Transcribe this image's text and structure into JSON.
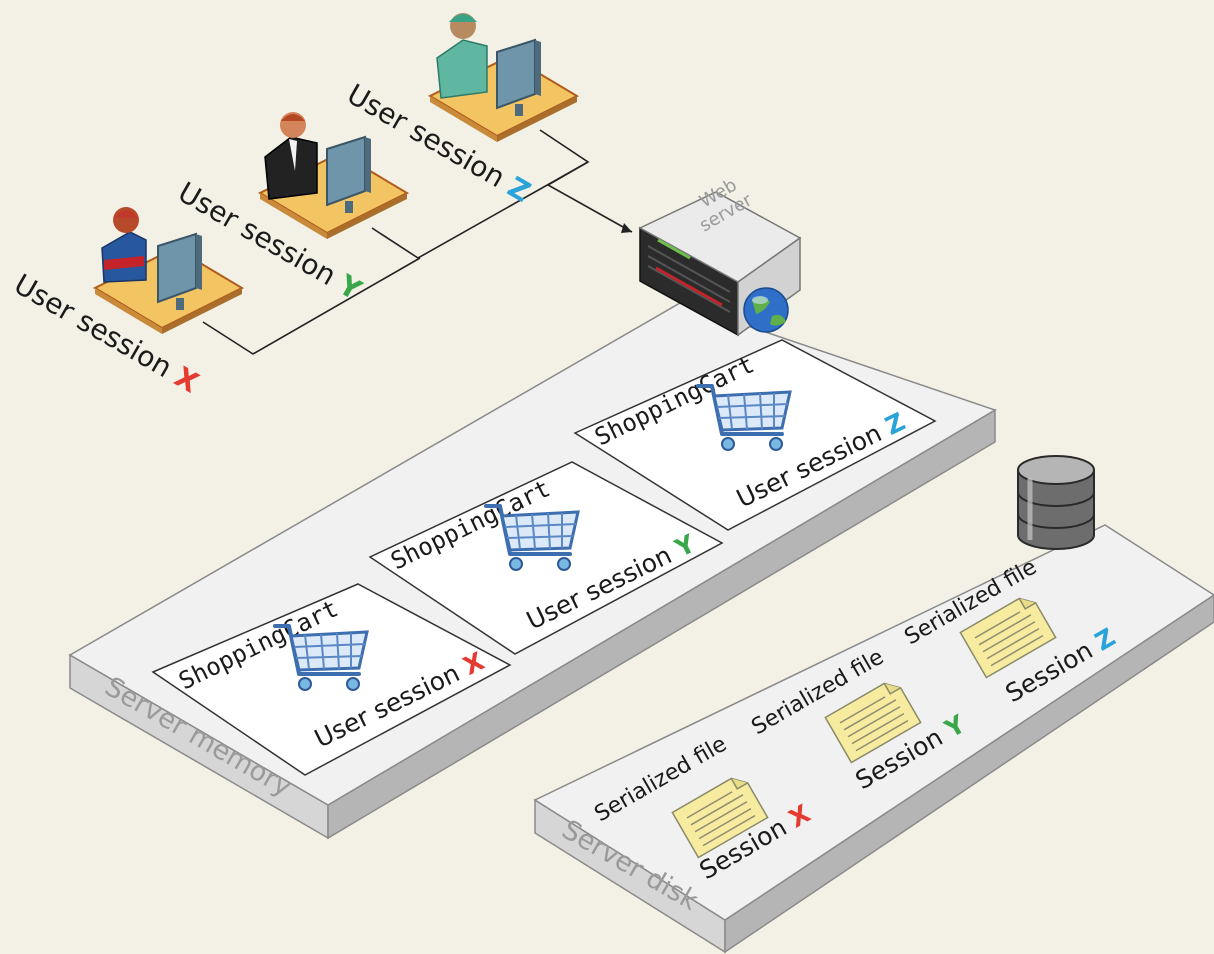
{
  "colors": {
    "background": "#f3f1e6",
    "session_x": "#e53a2f",
    "session_y": "#3aa64a",
    "session_z": "#2aa3d8",
    "desk": "#f2c562",
    "tray": "#f1f1f1",
    "file": "#f7eba0"
  },
  "users": [
    {
      "prefix": "User session",
      "letter": "X",
      "color_key": "session_x",
      "icon": "user-red-shirt-icon"
    },
    {
      "prefix": "User session",
      "letter": "Y",
      "color_key": "session_y",
      "icon": "user-business-suit-icon"
    },
    {
      "prefix": "User session",
      "letter": "Z",
      "color_key": "session_z",
      "icon": "user-medical-scrubs-icon"
    }
  ],
  "server": {
    "label_line1": "Web",
    "label_line2": "server",
    "icon": "server-globe-icon"
  },
  "memory": {
    "label": "Server memory",
    "carts": [
      {
        "title": "ShoppingCart",
        "session_prefix": "User session",
        "letter": "X",
        "color_key": "session_x",
        "icon": "shopping-cart-icon"
      },
      {
        "title": "ShoppingCart",
        "session_prefix": "User session",
        "letter": "Y",
        "color_key": "session_y",
        "icon": "shopping-cart-icon"
      },
      {
        "title": "ShoppingCart",
        "session_prefix": "User session",
        "letter": "Z",
        "color_key": "session_z",
        "icon": "shopping-cart-icon"
      }
    ]
  },
  "disk": {
    "label": "Server disk",
    "icon": "database-icon",
    "files": [
      {
        "title": "Serialized file",
        "session_prefix": "Session",
        "letter": "X",
        "color_key": "session_x",
        "icon": "document-icon"
      },
      {
        "title": "Serialized file",
        "session_prefix": "Session",
        "letter": "Y",
        "color_key": "session_y",
        "icon": "document-icon"
      },
      {
        "title": "Serialized file",
        "session_prefix": "Session",
        "letter": "Z",
        "color_key": "session_z",
        "icon": "document-icon"
      }
    ]
  }
}
